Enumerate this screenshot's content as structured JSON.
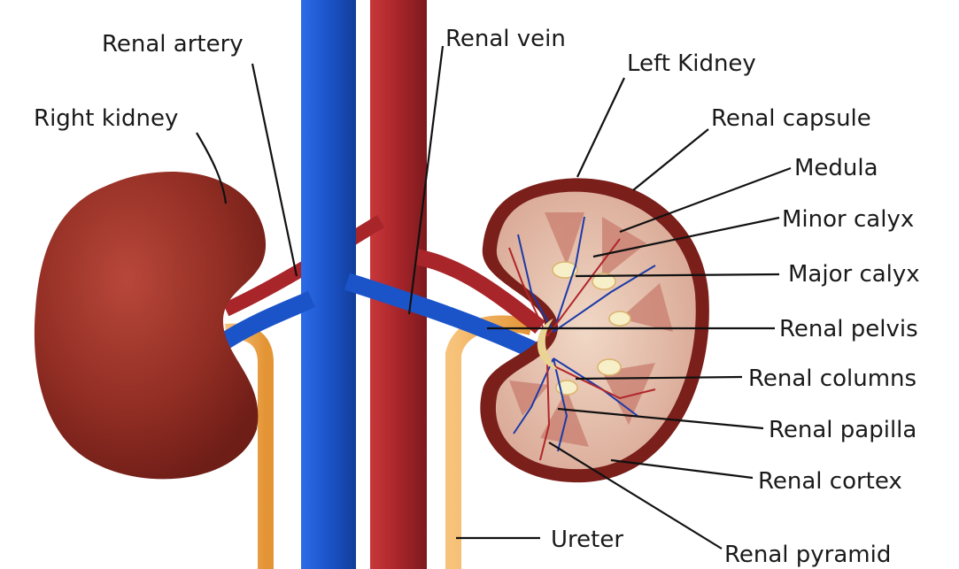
{
  "labels": {
    "renal_artery": "Renal artery",
    "renal_vein": "Renal vein",
    "left_kidney": "Left Kidney",
    "right_kidney": "Right kidney",
    "renal_capsule": "Renal capsule",
    "medula": "Medula",
    "minor_calyx": "Minor calyx",
    "major_calyx": "Major calyx",
    "renal_pelvis": "Renal pelvis",
    "renal_columns": "Renal columns",
    "renal_papilla": "Renal papilla",
    "renal_cortex": "Renal cortex",
    "ureter": "Ureter",
    "renal_pyramid": "Renal pyramid"
  },
  "colors": {
    "kidney": "#8e2a22",
    "kidney_highlight": "#b5463a",
    "kidney_cortex": "#e8c6b4",
    "capsule": "#7a1f1a",
    "vein_blue": "#1b54c9",
    "artery_red": "#b0262a",
    "ureter_orange": "#f0a84a",
    "text": "#1a1a1a"
  }
}
